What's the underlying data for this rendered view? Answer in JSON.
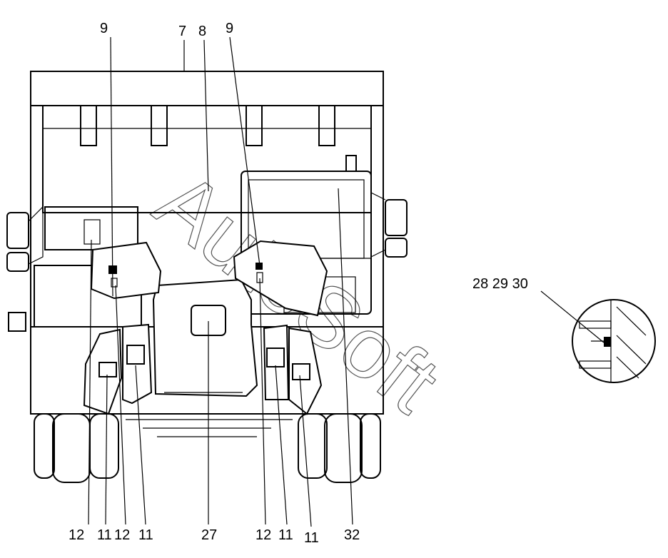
{
  "callouts": {
    "top_9_left": "9",
    "top_7": "7",
    "top_8": "8",
    "top_9_right": "9",
    "detail_28_29_30": "28 29 30",
    "b_12_a": "12",
    "b_11_a": "11",
    "b_12_b": "12",
    "b_11_b": "11",
    "b_27": "27",
    "b_12_c": "12",
    "b_11_c": "11",
    "b_11_d": "11",
    "b_32": "32"
  },
  "watermark": "AutoSoft"
}
